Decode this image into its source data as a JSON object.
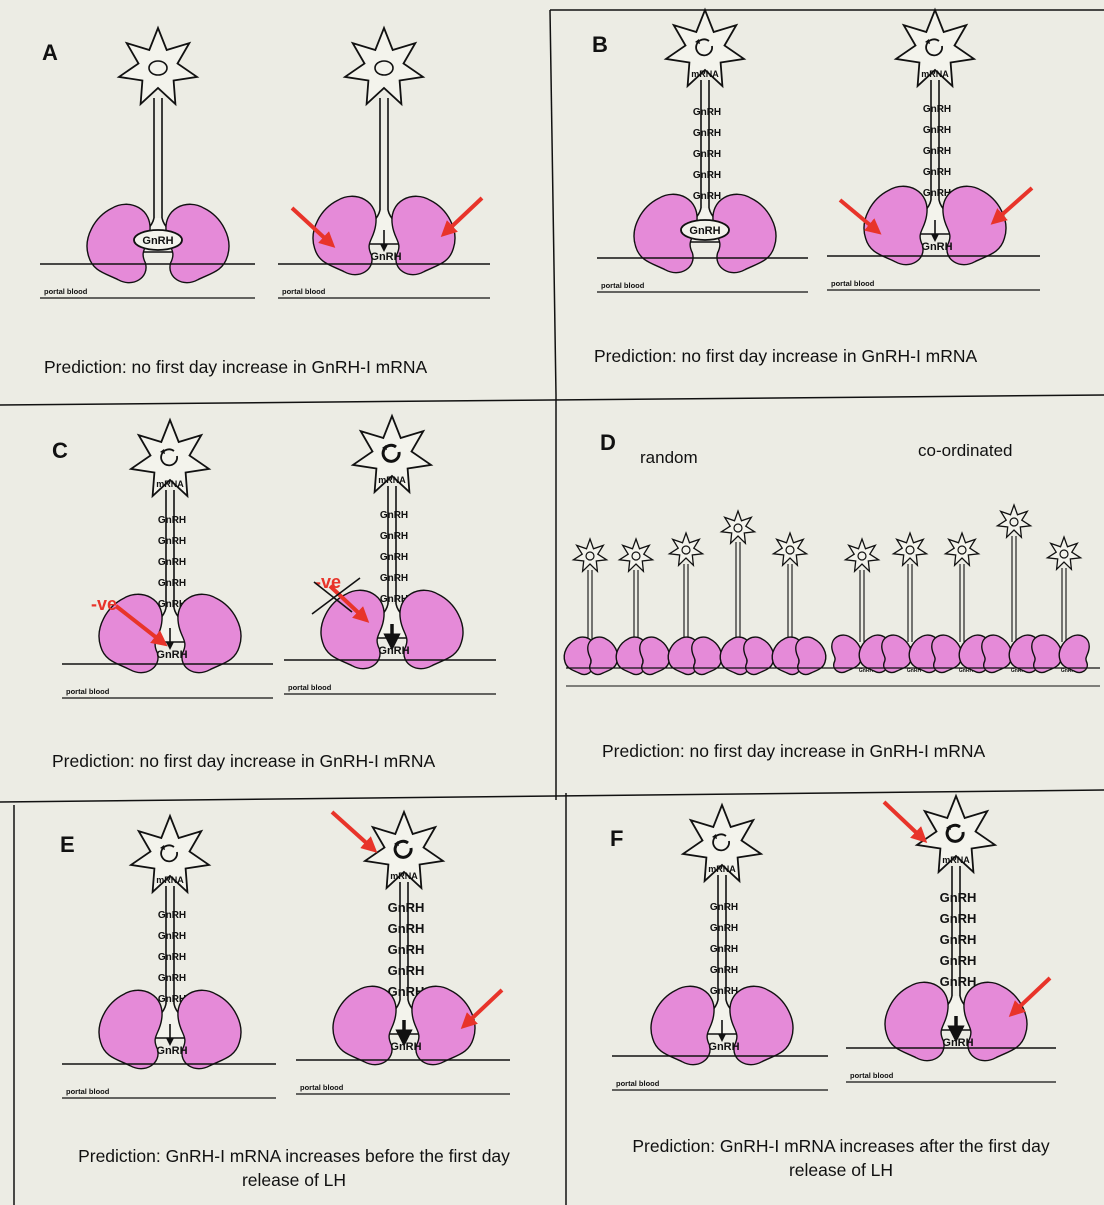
{
  "colors": {
    "background": "#ecece4",
    "pituicyte": "#e58ad8",
    "arrow": "#e8342a",
    "line": "#111111"
  },
  "labels": {
    "portal_blood": "portal blood",
    "gnrh": "GnRH",
    "mrna": "mRNA",
    "neg": "-ve"
  },
  "panels": {
    "A": {
      "letter": "A",
      "prediction": "Prediction: no first day increase in GnRH-I mRNA"
    },
    "B": {
      "letter": "B",
      "prediction": "Prediction: no first day increase in GnRH-I mRNA"
    },
    "C": {
      "letter": "C",
      "prediction": "Prediction: no first day increase in GnRH-I mRNA"
    },
    "D": {
      "letter": "D",
      "label_left": "random",
      "label_right": "co-ordinated",
      "prediction": "Prediction: no first day increase in GnRH-I mRNA"
    },
    "E": {
      "letter": "E",
      "prediction_line1": "Prediction: GnRH-I mRNA increases before the first day",
      "prediction_line2": "release of LH"
    },
    "F": {
      "letter": "F",
      "prediction_line1": "Prediction: GnRH-I mRNA increases after the first day",
      "prediction_line2": "release of LH"
    }
  }
}
